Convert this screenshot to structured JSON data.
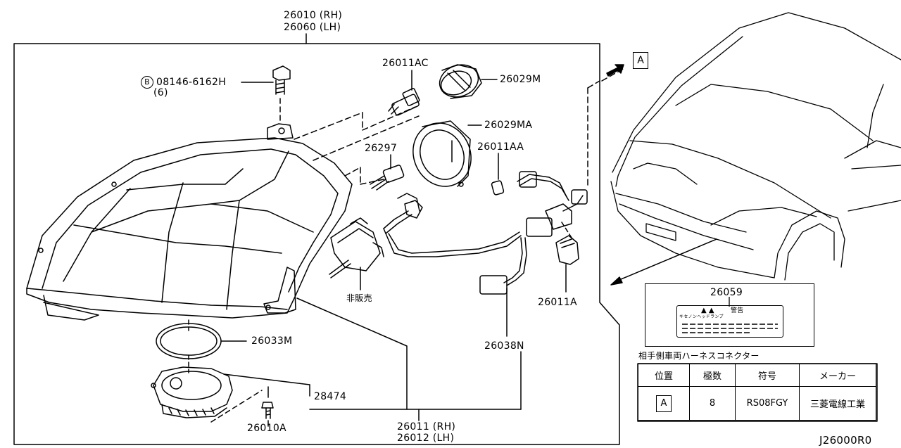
{
  "assembly": {
    "rh": "26010 (RH)",
    "lh": "26060 (LH)"
  },
  "bolt": {
    "part": "08146-6162H",
    "prefix": "B",
    "qty": "(6)"
  },
  "parts": {
    "p26011AC": "26011AC",
    "p26029M": "26029M",
    "p26029MA": "26029MA",
    "p26297": "26297",
    "p26011AA": "26011AA",
    "p26011A": "26011A",
    "p26038N": "26038N",
    "p26033M": "26033M",
    "p28474": "28474",
    "p26010A": "26010A",
    "not_sold": "非販売"
  },
  "bottom_assembly": {
    "rh": "26011 (RH)",
    "lh": "26012 (LH)"
  },
  "connector_ref": "A",
  "warning_label": {
    "part": "26059",
    "heading": "警告",
    "subtext": "キセノンヘッドランプ"
  },
  "harness_table": {
    "title": "相手側車両ハーネスコネクター",
    "headers": [
      "位置",
      "極数",
      "符号",
      "メーカー"
    ],
    "row": [
      "A",
      "8",
      "RS08FGY",
      "三菱電線工業"
    ]
  },
  "diagram_code": "J26000R0"
}
